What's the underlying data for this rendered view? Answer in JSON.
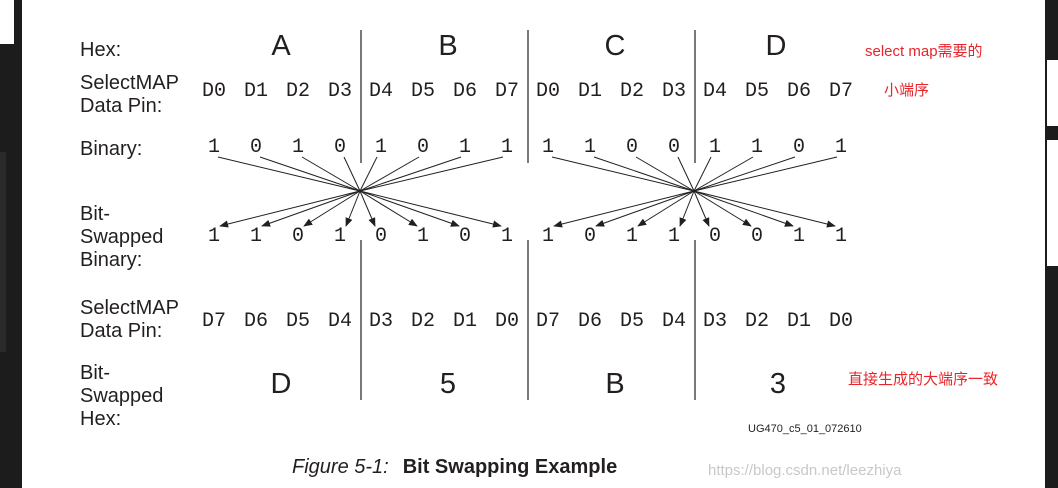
{
  "row_labels": {
    "hex": "Hex:",
    "selectmap_top": "SelectMAP\nData Pin:",
    "binary": "Binary:",
    "bit_swapped_binary": "Bit-\nSwapped\nBinary:",
    "selectmap_bottom": "SelectMAP\nData Pin:",
    "bit_swapped_hex": "Bit-\nSwapped\nHex:"
  },
  "top_hex": [
    "A",
    "B",
    "C",
    "D"
  ],
  "top_pins": [
    "D0",
    "D1",
    "D2",
    "D3",
    "D4",
    "D5",
    "D6",
    "D7",
    "D0",
    "D1",
    "D2",
    "D3",
    "D4",
    "D5",
    "D6",
    "D7"
  ],
  "binary": [
    "1",
    "0",
    "1",
    "0",
    "1",
    "0",
    "1",
    "1",
    "1",
    "1",
    "0",
    "0",
    "1",
    "1",
    "0",
    "1"
  ],
  "swapped_binary": [
    "1",
    "1",
    "0",
    "1",
    "0",
    "1",
    "0",
    "1",
    "1",
    "0",
    "1",
    "1",
    "0",
    "0",
    "1",
    "1"
  ],
  "bottom_pins": [
    "D7",
    "D6",
    "D5",
    "D4",
    "D3",
    "D2",
    "D1",
    "D0",
    "D7",
    "D6",
    "D5",
    "D4",
    "D3",
    "D2",
    "D1",
    "D0"
  ],
  "bottom_hex": [
    "D",
    "5",
    "B",
    "3"
  ],
  "annotations": {
    "top_line1": "select map需要的",
    "top_line2": "小端序",
    "bottom": "直接生成的大端序一致"
  },
  "figure_id": "UG470_c5_01_072610",
  "caption": {
    "number": "Figure 5-1:",
    "title": "Bit Swapping Example"
  },
  "watermark": "https://blog.csdn.net/leezhiya",
  "colors": {
    "text": "#231f20",
    "annotation": "#e8252a",
    "watermark": "#c8c8c8"
  }
}
